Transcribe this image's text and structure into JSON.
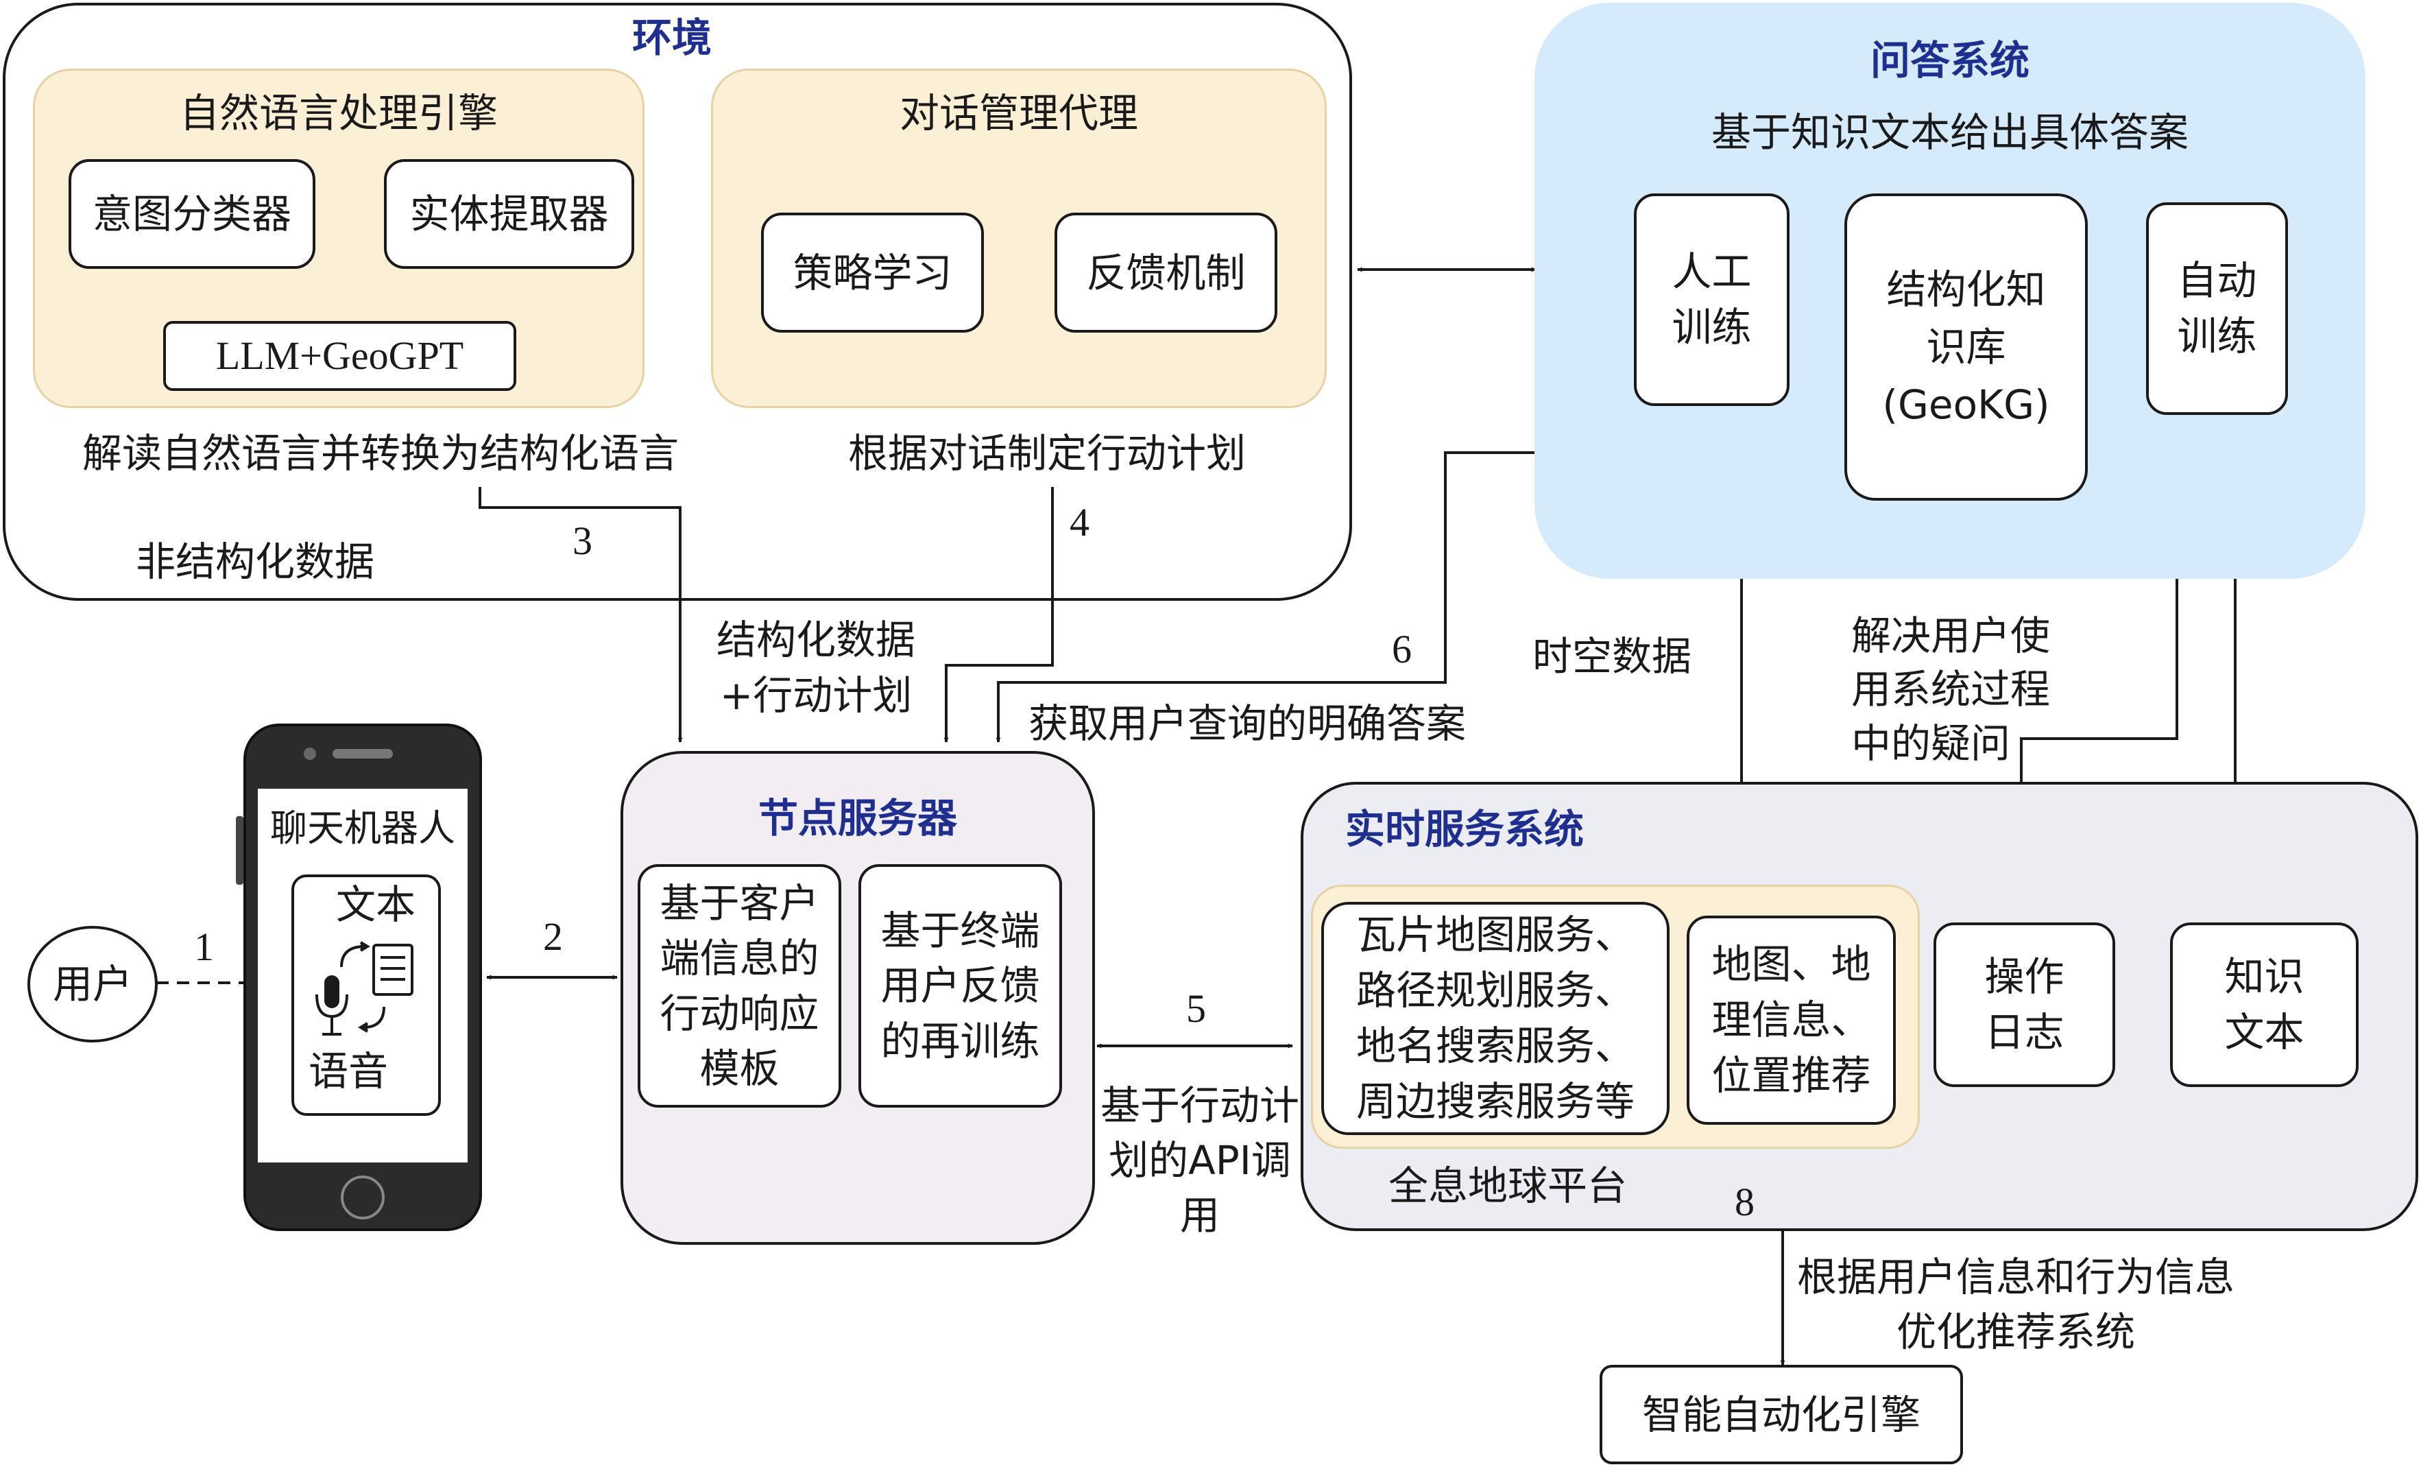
{
  "env": {
    "title": "环境",
    "nlp": {
      "title": "自然语言处理引擎",
      "intent": "意图分类器",
      "entity": "实体提取器",
      "llm": "LLM+GeoGPT",
      "caption": "解读自然语言并转换为结构化语言"
    },
    "dialog": {
      "title": "对话管理代理",
      "policy": "策略学习",
      "feedback": "反馈机制",
      "caption": "根据对话制定行动计划"
    },
    "unstructured": "非结构化数据"
  },
  "qa": {
    "title": "问答系统",
    "subtitle": "基于知识文本给出具体答案",
    "manual": "人工训练",
    "kb": "结构化知识库(GeoKG)",
    "auto": "自动训练"
  },
  "phone": {
    "title": "聊天机器人",
    "text": "文本",
    "voice": "语音"
  },
  "user": "用户",
  "node": {
    "title": "节点服务器",
    "left": "基于客户端信息的行动响应模板",
    "right": "基于终端用户反馈的再训练"
  },
  "rt": {
    "title": "实时服务系统",
    "services": "瓦片地图服务、路径规划服务、地名搜索服务、周边搜索服务等",
    "geo": "地图、地理信息、位置推荐",
    "platform": "全息地球平台",
    "oplog": "操作日志",
    "knowledge": "知识文本"
  },
  "engine": "智能自动化引擎",
  "labels": {
    "n1": "1",
    "n2": "2",
    "n3": "3",
    "n4": "4",
    "n5": "5",
    "n6": "6",
    "n8": "8",
    "structured": "结构化数据+行动计划",
    "answer": "获取用户查询的明确答案",
    "spatiotemporal": "时空数据",
    "resolve": "解决用户使用系统过程中的疑问",
    "api": "基于行动计划的API调用",
    "optimize": "根据用户信息和行为信息优化推荐系统"
  },
  "colors": {
    "title_blue": "#1f2f8f",
    "env_panel": "#fbefd6",
    "qa_panel": "#d5eafb",
    "node_panel": "#f2ecf3",
    "rt_panel": "#ececf3"
  }
}
